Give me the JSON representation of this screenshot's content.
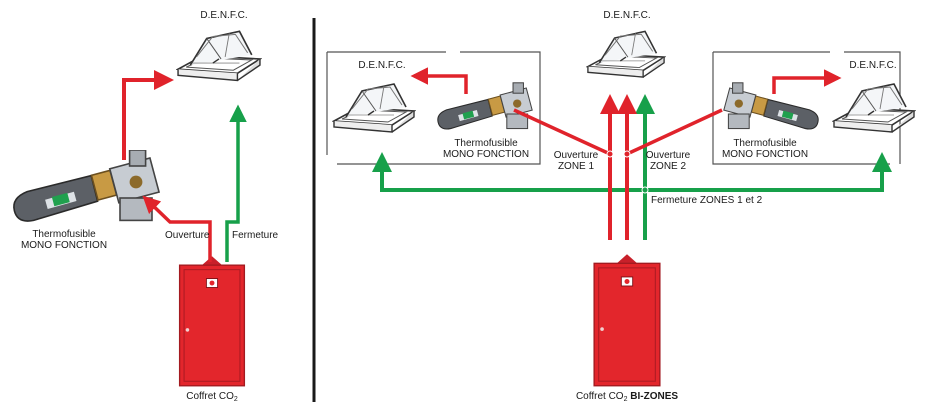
{
  "colors": {
    "opening_line": "#e0232b",
    "closing_line": "#17a04a",
    "cabinet": "#e3262c",
    "divider": "#1a1a1a",
    "outline": "#555555"
  },
  "left": {
    "vent_label": "D.E.N.F.C.",
    "thermofusible_line1": "Thermofusible",
    "thermofusible_line2": "MONO FONCTION",
    "opening_label": "Ouverture",
    "closing_label": "Fermeture",
    "cabinet_label": "Coffret CO",
    "cabinet_sub": "2"
  },
  "right": {
    "center_vent_label": "D.E.N.F.C.",
    "zone1": {
      "vent_label": "D.E.N.F.C.",
      "thermofusible_line1": "Thermofusible",
      "thermofusible_line2": "MONO FONCTION",
      "opening_line1": "Ouverture",
      "opening_line2": "ZONE 1"
    },
    "zone2": {
      "vent_label": "D.E.N.F.C.",
      "thermofusible_line1": "Thermofusible",
      "thermofusible_line2": "MONO FONCTION",
      "opening_line1": "Ouverture",
      "opening_line2": "ZONE 2"
    },
    "closing_label": "Fermeture ZONES 1 et 2",
    "cabinet_label": "Coffret CO",
    "cabinet_sub": "2",
    "cabinet_bold": "BI-ZONES"
  },
  "icons": [
    "skylight-vent-icon",
    "co2-thermofusible-icon",
    "co2-cabinet-icon"
  ]
}
